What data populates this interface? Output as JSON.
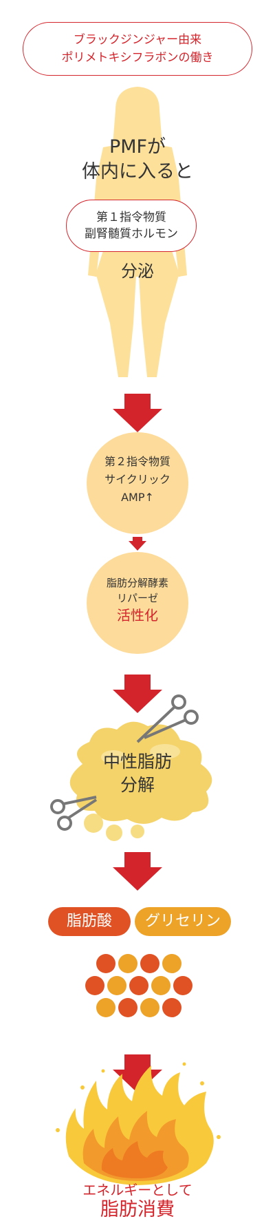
{
  "title": {
    "line1": "ブラックジンジャー由来",
    "line2": "ポリメトキシフラボンの働き"
  },
  "body_section": {
    "line1": "PMFが",
    "line2": "体内に入ると",
    "messenger1": {
      "line1": "第１指令物質",
      "line2": "副腎髄質ホルモン"
    },
    "secrete": "分泌"
  },
  "messenger2": {
    "line1": "第２指令物質",
    "line2": "サイクリック",
    "line3": "AMP↑"
  },
  "enzyme": {
    "line1": "脂肪分解酵素",
    "line2": "リパーゼ",
    "line3": "活性化"
  },
  "fat": {
    "line1": "中性脂肪",
    "line2": "分解"
  },
  "products": {
    "fatty_acid": "脂肪酸",
    "glycerin": "グリセリン"
  },
  "result": {
    "line1": "エネルギーとして",
    "line2": "脂肪消費"
  },
  "colors": {
    "accent_red": "#d4242b",
    "body_yellow": "#fde09a",
    "fatty_acid": "#e05224",
    "glycerin": "#eda228",
    "fat_blob": "#f4d36a"
  }
}
